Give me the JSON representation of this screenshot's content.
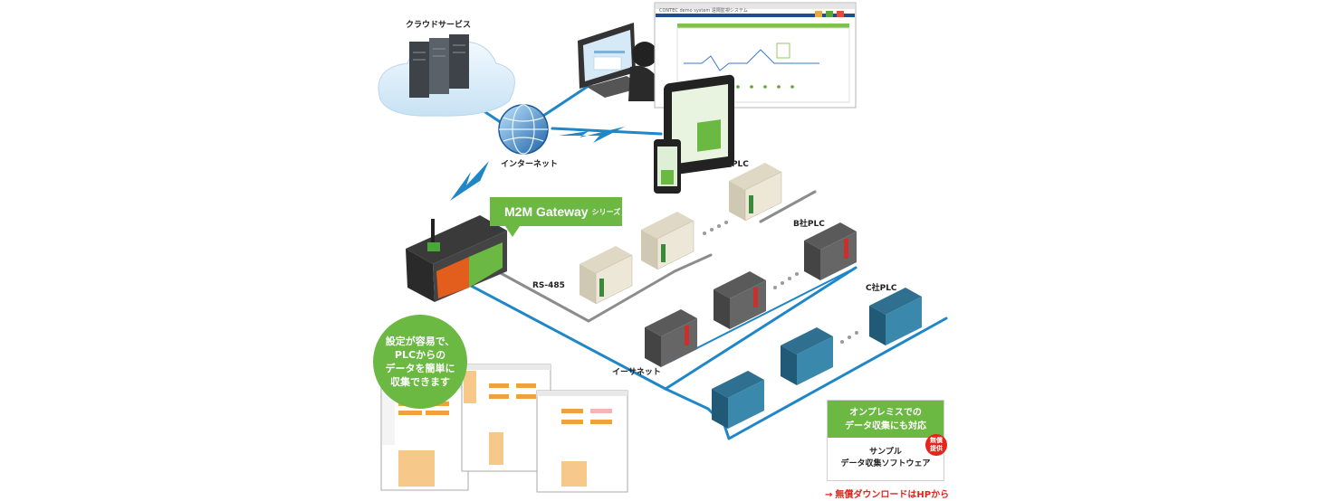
{
  "labels": {
    "cloud": "クラウドサービス",
    "internet": "インターネット",
    "plc_a": "A社PLC",
    "plc_b": "B社PLC",
    "plc_c": "C社PLC",
    "rs485": "RS-485",
    "ethernet": "イーサネット"
  },
  "m2m": {
    "title": "M2M Gateway",
    "suffix": "シリーズ"
  },
  "bubble": {
    "lines": [
      "設定が容易で、",
      "PLCからの",
      "データを簡単に",
      "収集できます"
    ]
  },
  "onpremise": {
    "header": [
      "オンプレミスでの",
      "データ収集にも対応"
    ],
    "body": [
      "サンプル",
      "データ収集ソフトウェア"
    ],
    "badge": [
      "無償",
      "提供"
    ]
  },
  "download": {
    "arrow": "→",
    "text": "無償ダウンロードはHPから"
  },
  "monitor": {
    "title": "CONTEC demo system 遠隔監視システム"
  },
  "colors": {
    "green": "#6bb843",
    "blue_line": "#1f86c8",
    "gray_line": "#8c8c8c",
    "red": "#e8231b",
    "orange_ui": "#f0a23a"
  }
}
